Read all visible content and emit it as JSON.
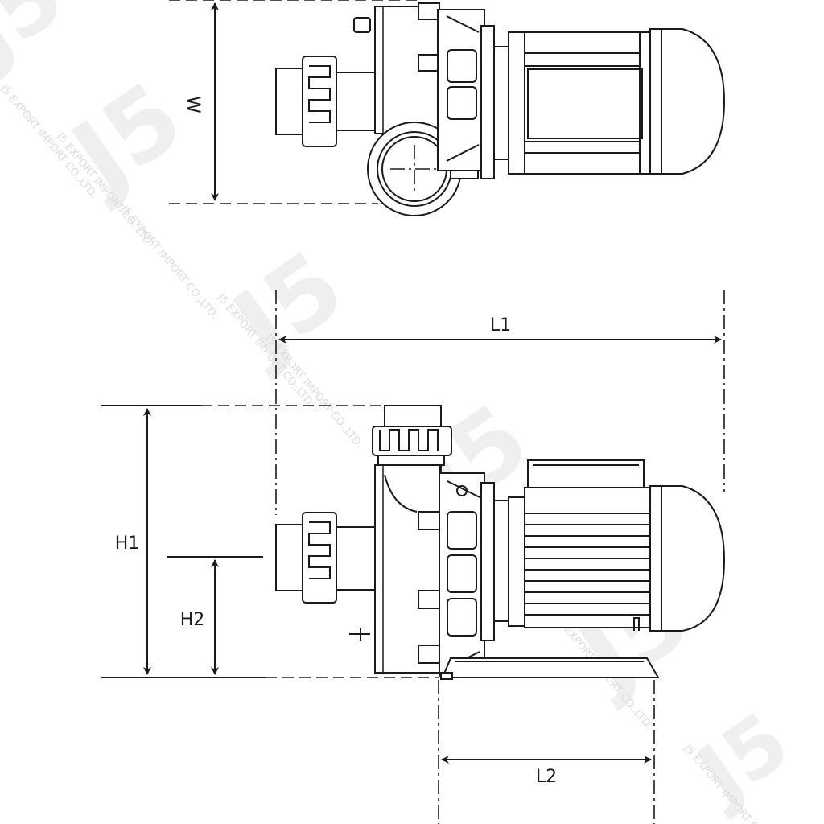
{
  "dimensions": {
    "w": "W",
    "l1": "L1",
    "h1": "H1",
    "h2": "H2",
    "l2": "L2"
  },
  "watermark": {
    "logo": "J5",
    "text": "J5 EXPORT IMPORT CO.,LTD."
  },
  "views": [
    "top-view",
    "side-view"
  ],
  "colors": {
    "line": "#1a1a1a",
    "background": "#ffffff",
    "watermark": "#dcdcdc"
  }
}
